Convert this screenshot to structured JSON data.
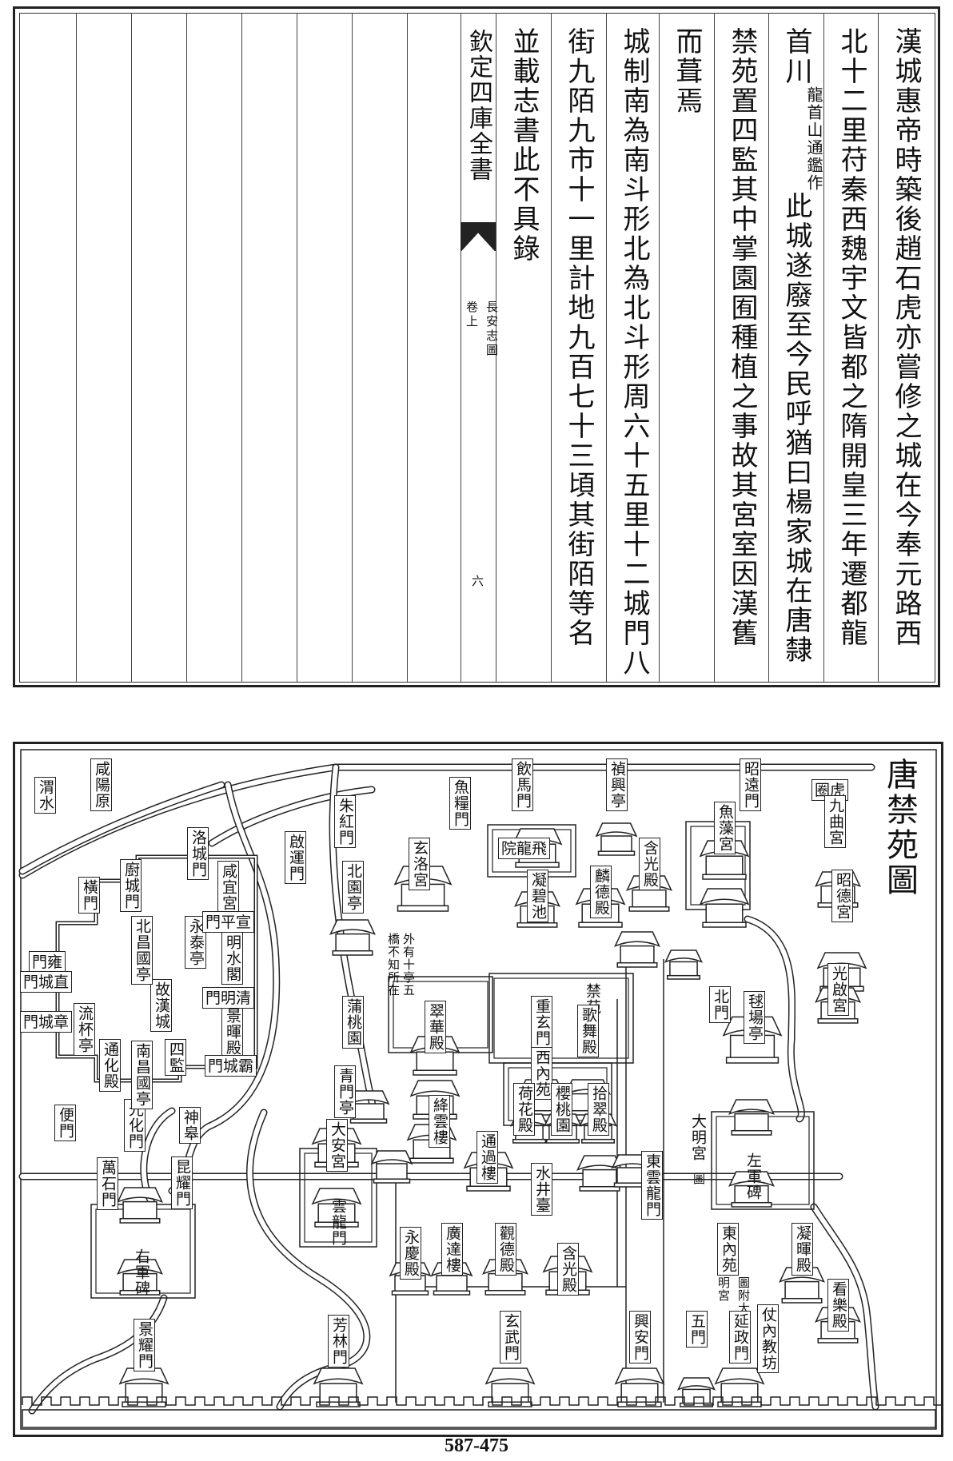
{
  "page": {
    "columns": [
      "漢城惠帝時築後趙石虎亦嘗修之城在今奉元路西",
      "北十二里苻秦西魏宇文皆都之隋開皇三年遷都龍",
      "此城遂廢至今民呼猶曰楊家城在唐隸",
      "禁苑置四監其中掌園囿種植之事故其宮室因漢舊",
      "而葺焉",
      "城制南為南斗形北為北斗形周六十五里十二城門八",
      "街九陌九市十一里計地九百七十三頃其街陌等名",
      "並載志書此不具錄"
    ],
    "col3_head": "首川",
    "col3_annotation": [
      "通鑑作",
      "龍首山"
    ],
    "banxin": {
      "title": "欽定四庫全書",
      "book": "長安志圖",
      "volume": "卷上",
      "page_no": "六"
    }
  },
  "map": {
    "title": "唐禁苑圖",
    "labels": [
      "渭水",
      "咸陽原",
      "朱紅門",
      "魚糧門",
      "飲馬門",
      "禎興亭",
      "昭遠門",
      "虎圈",
      "九曲宮",
      "昭德宮",
      "光啟宮",
      "魚藻宮",
      "飛龍院",
      "凝碧池",
      "含光殿",
      "麟德殿",
      "玄洛宮",
      "北園亭",
      "蒲桃園",
      "外有十亭五",
      "橋不知所在",
      "青門亭",
      "啟運門",
      "翠華殿",
      "重玄門",
      "禁苑",
      "歌舞殿",
      "西內苑",
      "北門",
      "毬場亭",
      "大明宮",
      "圖",
      "左軍碑",
      "東內苑",
      "明宮",
      "圖附大",
      "凝暉殿",
      "看樂殿",
      "仗內教坊",
      "延政門",
      "五門",
      "興安門",
      "玄武門",
      "含光殿",
      "觀德殿",
      "廣達樓",
      "永慶殿",
      "水井臺",
      "通過樓",
      "絳雲樓",
      "東雲龍門",
      "荷花殿",
      "櫻桃園",
      "拾翠殿",
      "大安宮",
      "雲龍門",
      "芳林門",
      "景耀門",
      "右軍碑",
      "萬石門",
      "光化門",
      "神皋",
      "昆耀門",
      "便門",
      "故漢城",
      "四監",
      "通化殿",
      "南昌國亭",
      "北昌國亭",
      "永泰亭",
      "咸宜宮",
      "明水閣",
      "景暉殿",
      "流杯亭",
      "洛城門",
      "廚城門",
      "橫門",
      "雍門",
      "直城門",
      "章城門",
      "宣平門",
      "清明門",
      "霸城門"
    ]
  },
  "footer": "587-475"
}
